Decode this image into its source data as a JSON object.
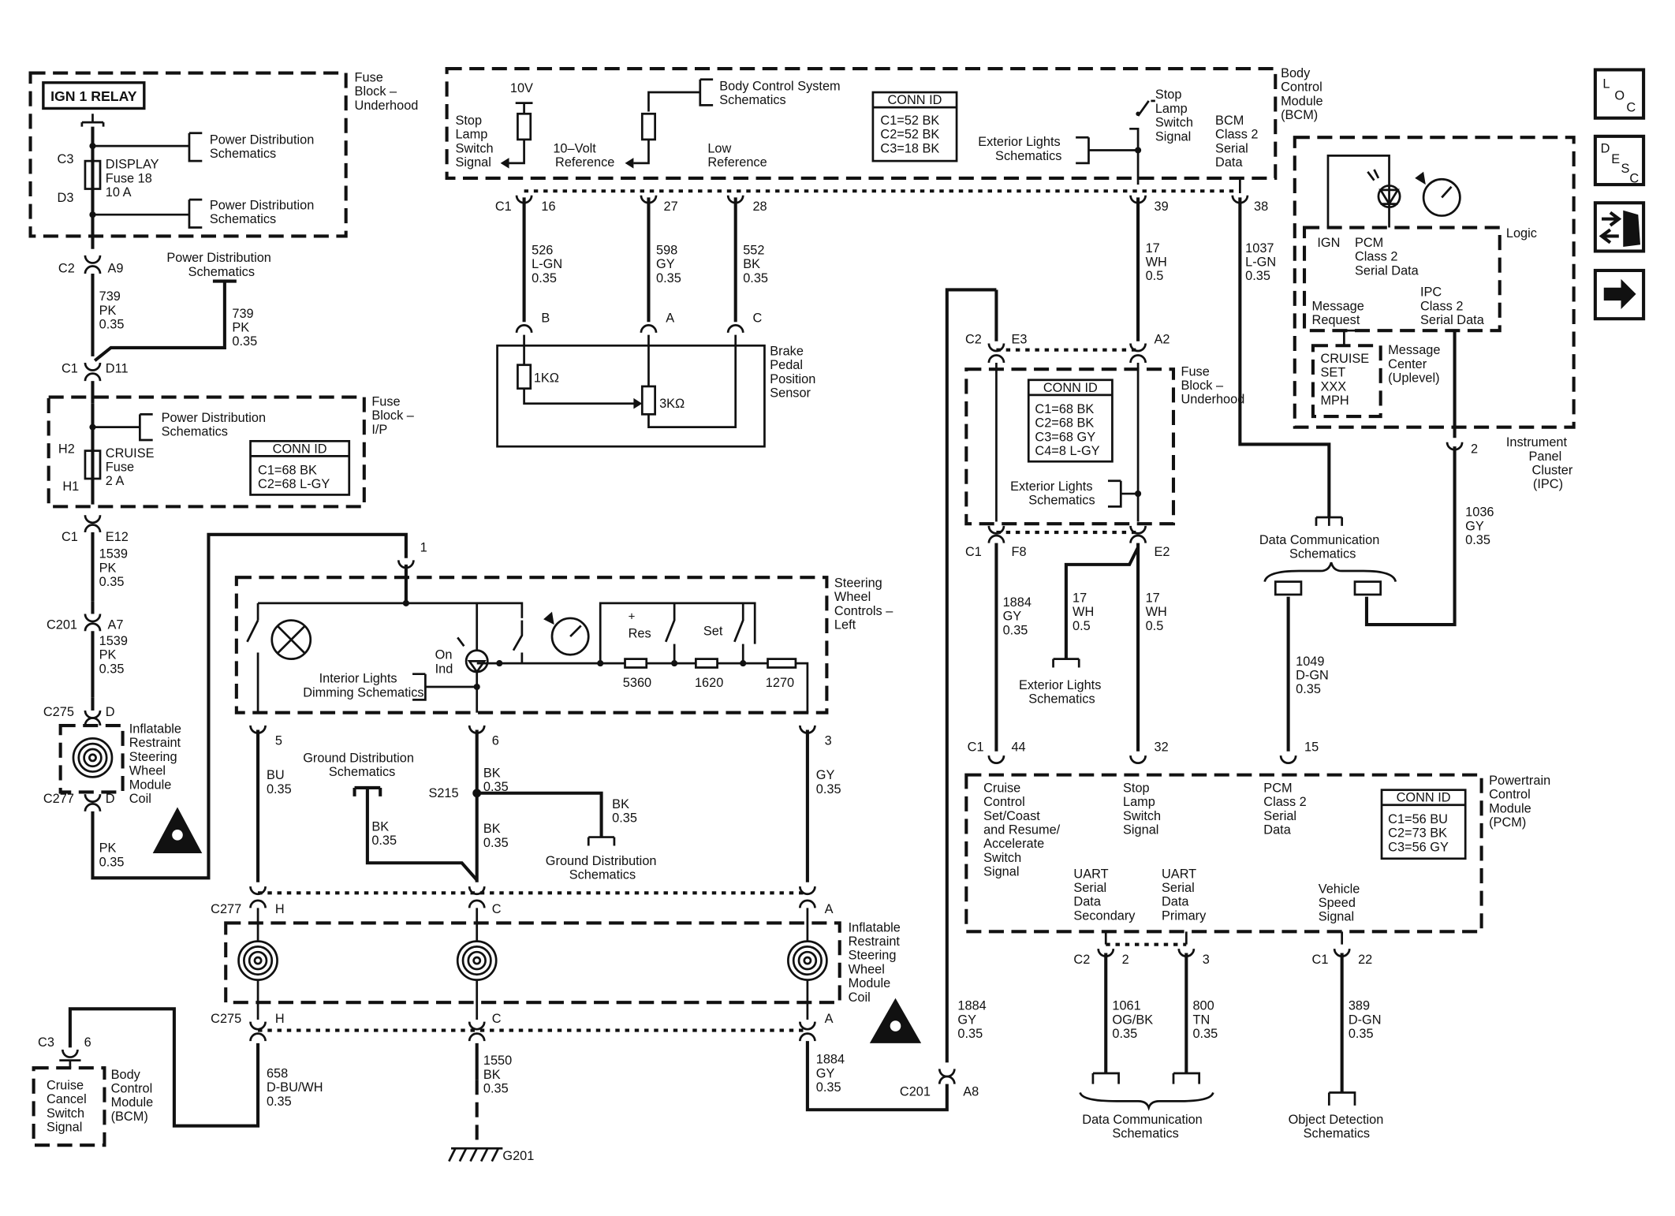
{
  "fuse_underhood_top": {
    "relay": "IGN 1 RELAY",
    "title": [
      "Fuse",
      "Block –",
      "Underhood"
    ],
    "pds1": [
      "Power Distribution",
      "Schematics"
    ],
    "pds2": [
      "Power Distribution",
      "Schematics"
    ],
    "c3": "C3",
    "d3": "D3",
    "fuse": [
      "DISPLAY",
      "Fuse 18",
      "10 A"
    ]
  },
  "wire_left": {
    "c2": "C2",
    "a9": "A9",
    "w739a": [
      "739",
      "PK",
      "0.35"
    ],
    "pds3": [
      "Power Distribution",
      "Schematics"
    ],
    "w739b": [
      "739",
      "PK",
      "0.35"
    ],
    "c1": "C1",
    "d11": "D11"
  },
  "fuse_ip": {
    "title": [
      "Fuse",
      "Block –",
      "I/P"
    ],
    "pds4": [
      "Power Distribution",
      "Schematics"
    ],
    "h2": "H2",
    "h1": "H1",
    "fuse": [
      "CRUISE",
      "Fuse",
      "2 A"
    ],
    "conn_title": "CONN ID",
    "conn": [
      "C1=68 BK",
      "C2=68 L-GY"
    ]
  },
  "wire_left2": {
    "c1": "C1",
    "e12": "E12",
    "w1539a": [
      "1539",
      "PK",
      "0.35"
    ],
    "c201": "C201",
    "a7": "A7",
    "w1539b": [
      "1539",
      "PK",
      "0.35"
    ],
    "c275": "C275",
    "d1": "D",
    "c277": "C277",
    "d2": "D",
    "coil": [
      "Inflatable",
      "Restraint",
      "Steering",
      "Wheel",
      "Module",
      "Coil"
    ],
    "pk": [
      "PK",
      "0.35"
    ]
  },
  "bcm_top": {
    "title": [
      "Body",
      "Control",
      "Module",
      "(BCM)"
    ],
    "v10": "10V",
    "sls": [
      "Stop",
      "Lamp",
      "Switch",
      "Signal"
    ],
    "bcss": [
      "Body Control System",
      "Schematics"
    ],
    "ref10": [
      "10–Volt",
      "Reference"
    ],
    "lowref": [
      "Low",
      "Reference"
    ],
    "conn_title": "CONN ID",
    "conn": [
      "C1=52 BK",
      "C2=52 BK",
      "C3=18 BK"
    ],
    "stop_sw": [
      "Stop",
      "Lamp",
      "Switch",
      "Signal"
    ],
    "ext": [
      "Exterior Lights",
      "Schematics"
    ],
    "class2": [
      "BCM",
      "Class 2",
      "Serial",
      "Data"
    ],
    "c1": "C1",
    "p16": "16",
    "p27": "27",
    "p28": "28",
    "p39": "39",
    "p38": "38"
  },
  "bpp": {
    "w526": [
      "526",
      "L-GN",
      "0.35"
    ],
    "w598": [
      "598",
      "GY",
      "0.35"
    ],
    "w552": [
      "552",
      "BK",
      "0.35"
    ],
    "w17": [
      "17",
      "WH",
      "0.5"
    ],
    "w1037": [
      "1037",
      "L-GN",
      "0.35"
    ],
    "pb": "B",
    "pa": "A",
    "pc": "C",
    "r1": "1KΩ",
    "r2": "3KΩ",
    "title": [
      "Brake",
      "Pedal",
      "Position",
      "Sensor"
    ]
  },
  "ipc": {
    "logic": "Logic",
    "ign": "IGN",
    "pcm": [
      "PCM",
      "Class 2",
      "Serial Data"
    ],
    "msg": [
      "Message",
      "Request"
    ],
    "ipc2": [
      "IPC",
      "Class 2",
      "Serial Data"
    ],
    "disp": [
      "CRUISE",
      "SET",
      "XXX",
      "MPH"
    ],
    "center": [
      "Message",
      "Center",
      "(Uplevel)"
    ],
    "title": [
      "Instrument",
      "Panel",
      "Cluster",
      "(IPC)"
    ],
    "p2": "2",
    "w1036": [
      "1036",
      "GY",
      "0.35"
    ],
    "dcs": [
      "Data Communication",
      "Schematics"
    ]
  },
  "fuse_underhood2": {
    "c2": "C2",
    "e3": "E3",
    "a2": "A2",
    "title": [
      "Fuse",
      "Block –",
      "Underhood"
    ],
    "conn_title": "CONN ID",
    "conn": [
      "C1=68 BK",
      "C2=68 BK",
      "C3=68 GY",
      "C4=8 L-GY"
    ],
    "ext": [
      "Exterior Lights",
      "Schematics"
    ],
    "c1": "C1",
    "f8": "F8",
    "e2": "E2",
    "w1884": [
      "1884",
      "GY",
      "0.35"
    ],
    "w17a": [
      "17",
      "WH",
      "0.5"
    ],
    "w17b": [
      "17",
      "WH",
      "0.5"
    ],
    "ext2": [
      "Exterior Lights",
      "Schematics"
    ],
    "w1049": [
      "1049",
      "D-GN",
      "0.35"
    ]
  },
  "swc": {
    "p1": "1",
    "title": [
      "Steering",
      "Wheel",
      "Controls –",
      "Left"
    ],
    "on": [
      "On",
      "Ind"
    ],
    "res": "Res",
    "plus": "+",
    "set": "Set",
    "r5360": "5360",
    "r1620": "1620",
    "r1270": "1270",
    "ild": [
      "Interior Lights",
      "Dimming Schematics"
    ],
    "p5": "5",
    "p6": "6",
    "p3": "3"
  },
  "lower_left": {
    "bu": [
      "BU",
      "0.35"
    ],
    "gds": [
      "Ground Distribution",
      "Schematics"
    ],
    "bk6": [
      "BK",
      "0.35"
    ],
    "s215": "S215",
    "bka": [
      "BK",
      "0.35"
    ],
    "bkb": [
      "BK",
      "0.35"
    ],
    "bkc": [
      "BK",
      "0.35"
    ],
    "gy3": [
      "GY",
      "0.35"
    ],
    "gds2": [
      "Ground Distribution",
      "Schematics"
    ],
    "c277": "C277",
    "h": "H",
    "c": "C",
    "a": "A",
    "coil": [
      "Inflatable",
      "Restraint",
      "Steering",
      "Wheel",
      "Module",
      "Coil"
    ],
    "c275": "C275",
    "h2": "H",
    "c2": "C",
    "a2": "A",
    "w1884": [
      "1884",
      "GY",
      "0.35"
    ],
    "w1884b": [
      "1884",
      "GY",
      "0.35"
    ],
    "c201": "C201",
    "a8": "A8",
    "c3": "C3",
    "p6b": "6",
    "ccs": [
      "Cruise",
      "Cancel",
      "Switch",
      "Signal"
    ],
    "bcm": [
      "Body",
      "Control",
      "Module",
      "(BCM)"
    ],
    "w658": [
      "658",
      "D-BU/WH",
      "0.35"
    ],
    "w1550": [
      "1550",
      "BK",
      "0.35"
    ],
    "g201": "G201"
  },
  "pcm": {
    "c1": "C1",
    "p44": "44",
    "p32": "32",
    "p15": "15",
    "cruise": [
      "Cruise",
      "Control",
      "Set/Coast",
      "and Resume/",
      "Accelerate",
      "Switch",
      "Signal"
    ],
    "stop": [
      "Stop",
      "Lamp",
      "Switch",
      "Signal"
    ],
    "class2": [
      "PCM",
      "Class 2",
      "Serial",
      "Data"
    ],
    "conn_title": "CONN ID",
    "conn": [
      "C1=56 BU",
      "C2=73 BK",
      "C3=56 GY"
    ],
    "title": [
      "Powertrain",
      "Control",
      "Module",
      "(PCM)"
    ],
    "uart2": [
      "UART",
      "Serial",
      "Data",
      "Secondary"
    ],
    "uart1": [
      "UART",
      "Serial",
      "Data",
      "Primary"
    ],
    "vss": [
      "Vehicle",
      "Speed",
      "Signal"
    ],
    "c2": "C2",
    "p2": "2",
    "p3": "3",
    "c1b": "C1",
    "p22": "22",
    "w1061": [
      "1061",
      "OG/BK",
      "0.35"
    ],
    "w800": [
      "800",
      "TN",
      "0.35"
    ],
    "w389": [
      "389",
      "D-GN",
      "0.35"
    ],
    "dcs": [
      "Data Communication",
      "Schematics"
    ],
    "ods": [
      "Object Detection",
      "Schematics"
    ]
  },
  "nav": {
    "loc": [
      "L",
      "O",
      "C"
    ],
    "desc": [
      "D",
      "E",
      "S",
      "C"
    ]
  }
}
